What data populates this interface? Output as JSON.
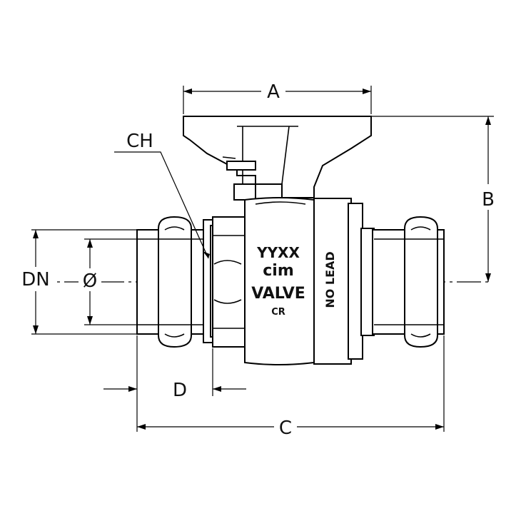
{
  "dimensions": {
    "a": "A",
    "b": "B",
    "c": "C",
    "d": "D",
    "ch": "CH",
    "dn": "DN",
    "dia": "Ø"
  },
  "body_marking": {
    "line1": "YYXX",
    "line2": "cim",
    "line3": "VALVE",
    "line4": "CR",
    "side": "NO LEAD"
  },
  "colors": {
    "line": "#000000",
    "background": "#ffffff"
  }
}
